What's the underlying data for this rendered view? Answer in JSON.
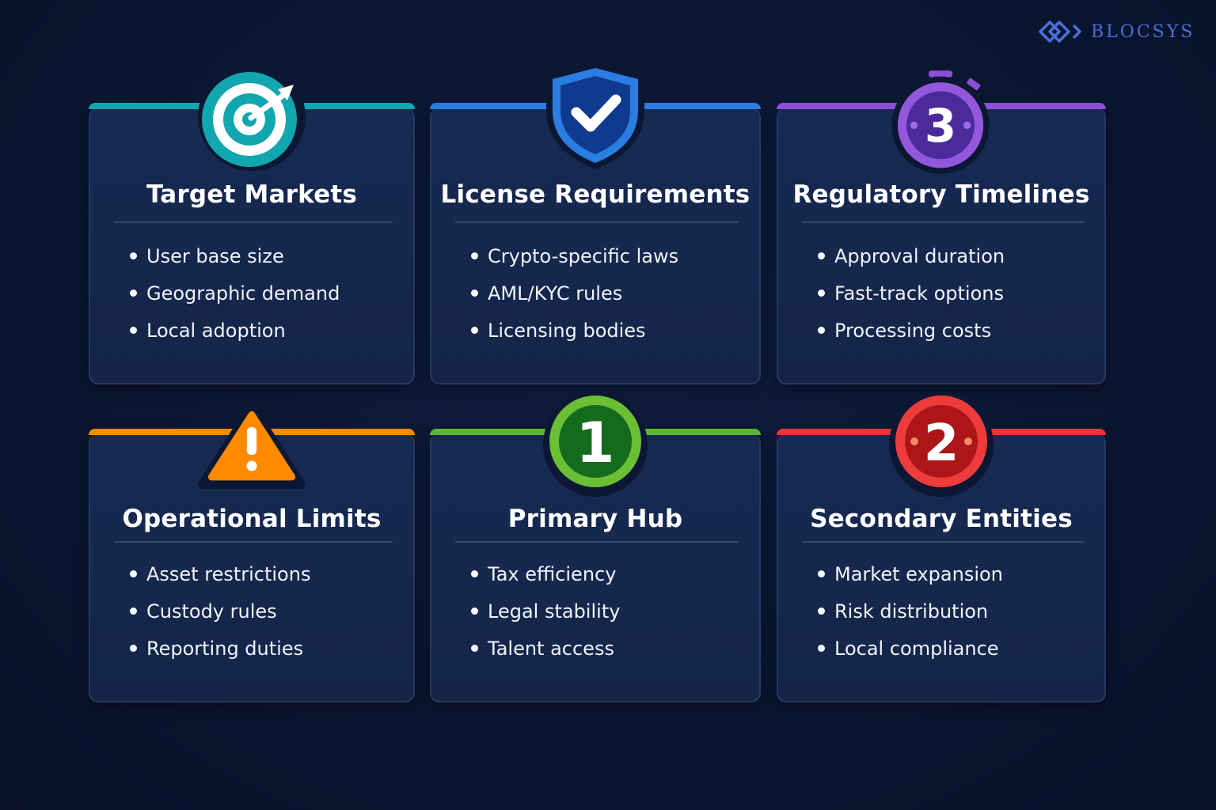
{
  "brand": {
    "name": "BLOCSYS",
    "color": "#4a6fd8"
  },
  "cards": [
    {
      "title": "Target Markets",
      "icon": "target-icon",
      "accent": "#12a6ae",
      "items": [
        "User base size",
        "Geographic demand",
        "Local adoption"
      ]
    },
    {
      "title": "License Requirements",
      "icon": "shield-check-icon",
      "accent": "#2a7de1",
      "items": [
        "Crypto-specific laws",
        "AML/KYC rules",
        "Licensing bodies"
      ]
    },
    {
      "title": "Regulatory Timelines",
      "icon": "stopwatch-icon",
      "icon_label": "3",
      "accent": "#8a4fd6",
      "items": [
        "Approval duration",
        "Fast-track options",
        "Processing costs"
      ]
    },
    {
      "title": "Operational Limits",
      "icon": "warning-icon",
      "icon_label": "!",
      "accent": "#ff8a00",
      "items": [
        "Asset restrictions",
        "Custody rules",
        "Reporting duties"
      ]
    },
    {
      "title": "Primary Hub",
      "icon": "number-one-badge-icon",
      "icon_label": "1",
      "accent": "#5cb82e",
      "items": [
        "Tax efficiency",
        "Legal stability",
        "Talent access"
      ]
    },
    {
      "title": "Secondary Entities",
      "icon": "number-two-badge-icon",
      "icon_label": "2",
      "accent": "#e53935",
      "items": [
        "Market expansion",
        "Risk distribution",
        "Local compliance"
      ]
    }
  ]
}
